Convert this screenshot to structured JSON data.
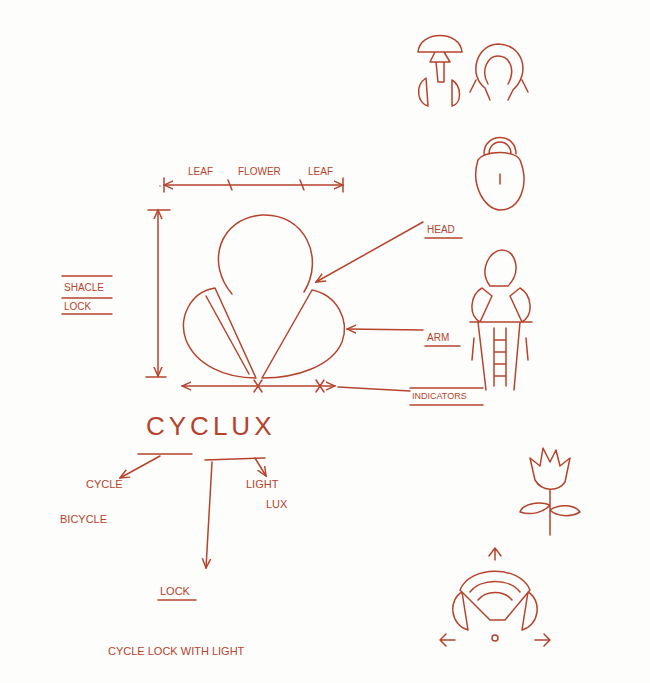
{
  "diagram": {
    "title": "CYCLUX",
    "caption": "CYCLE LOCK WITH LIGHT",
    "labels": [
      "LEAF",
      "FLOWER",
      "LEAF",
      "SHACLE LOCK",
      "HEAD",
      "ARM",
      "INDICATORS",
      "CYCLE",
      "BICYCLE",
      "LIGHT",
      "LUX",
      "LOCK"
    ]
  }
}
